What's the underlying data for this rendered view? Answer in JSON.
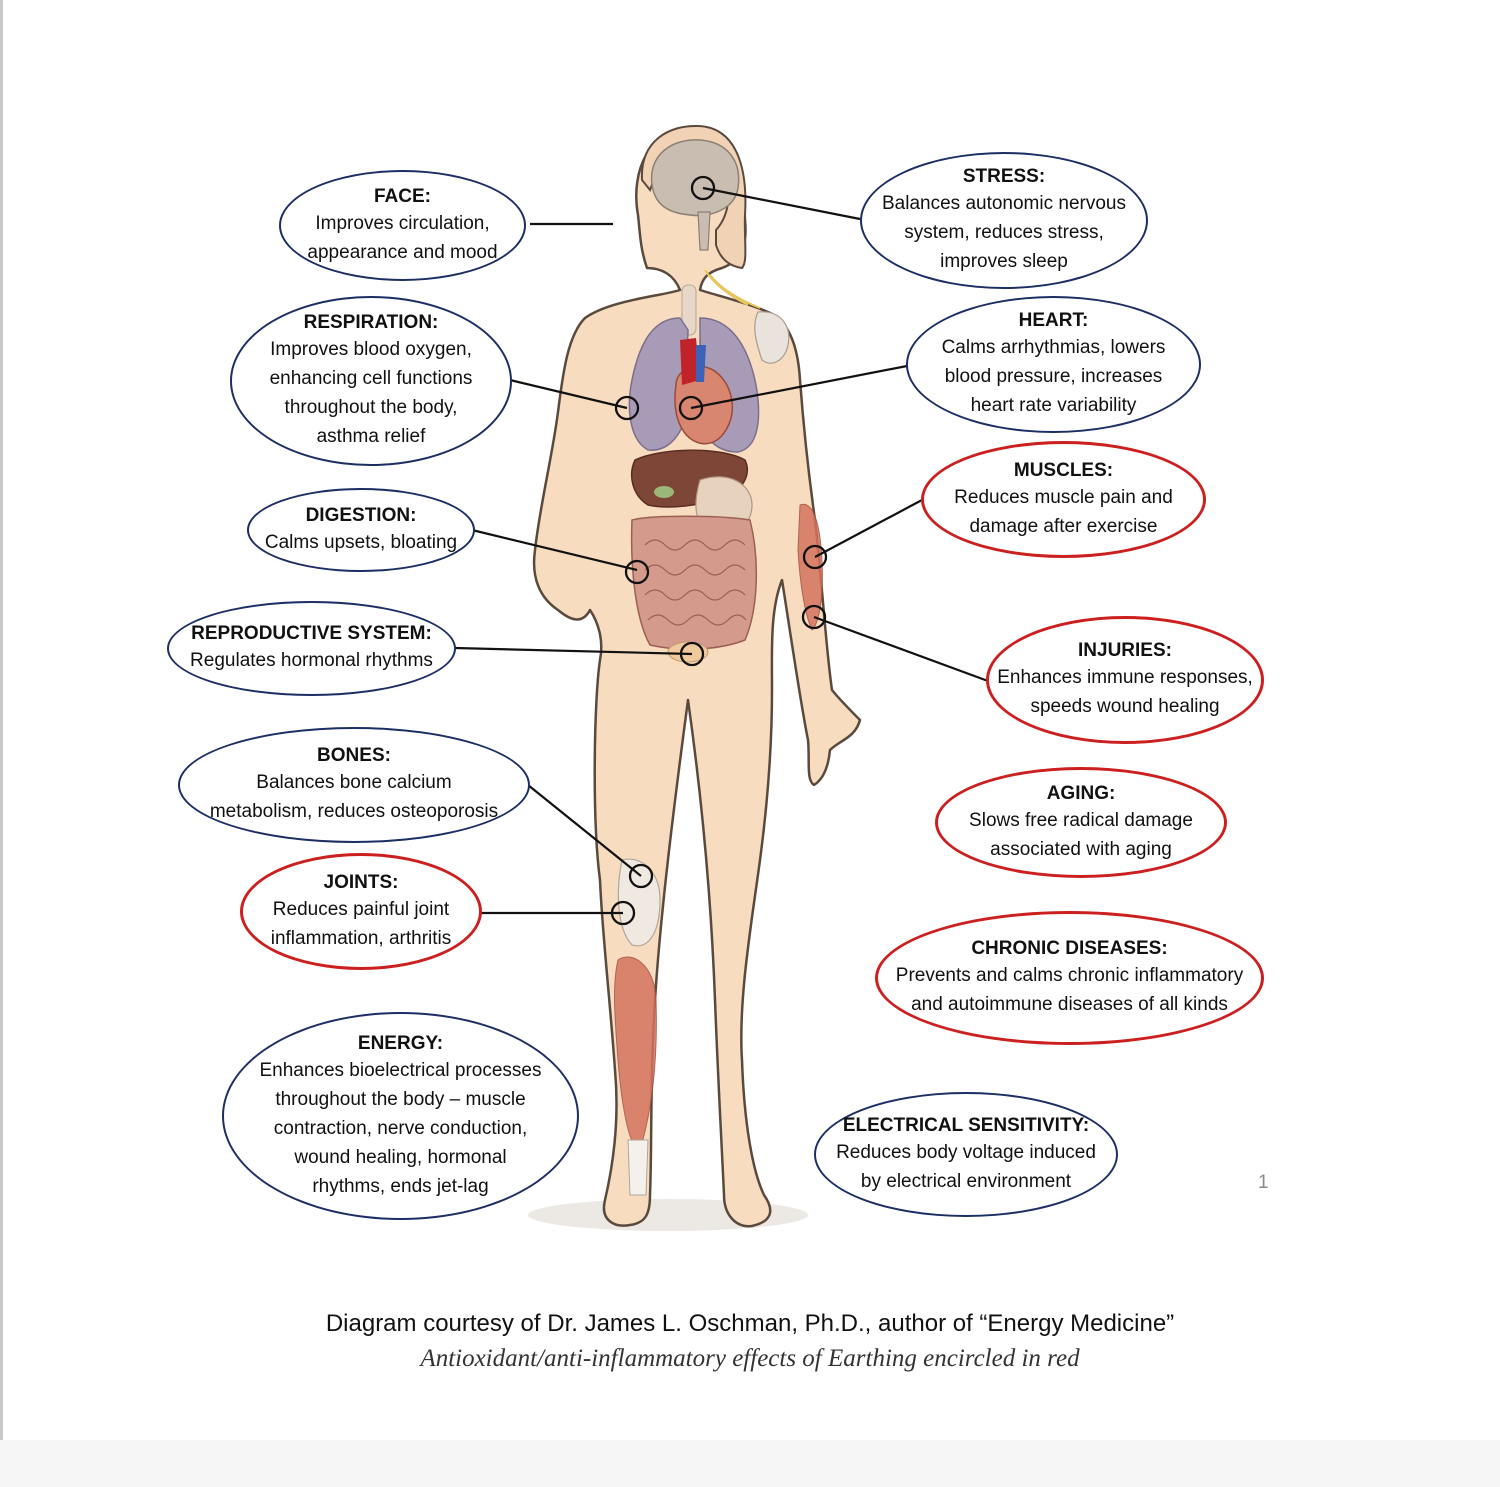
{
  "labels": {
    "face": {
      "title": "FACE:",
      "text": "Improves circulation,\nappearance and mood",
      "outline": "#1c2e63"
    },
    "stress": {
      "title": "STRESS:",
      "text": "Balances autonomic nervous\nsystem, reduces stress,\nimproves sleep",
      "outline": "#1c2e63"
    },
    "respiration": {
      "title": "RESPIRATION:",
      "text": "Improves blood oxygen,\nenhancing cell functions\nthroughout the body,\nasthma relief",
      "outline": "#1c2e63"
    },
    "heart": {
      "title": "HEART:",
      "text": "Calms arrhythmias, lowers\nblood pressure, increases\nheart rate variability",
      "outline": "#1c2e63"
    },
    "muscles": {
      "title": "MUSCLES:",
      "text": "Reduces muscle pain and\ndamage after exercise",
      "outline": "#cc1f1f"
    },
    "digestion": {
      "title": "DIGESTION:",
      "text": "Calms upsets, bloating",
      "outline": "#1c2e63"
    },
    "reproductive": {
      "title": "REPRODUCTIVE SYSTEM:",
      "text": "Regulates hormonal rhythms",
      "outline": "#1c2e63"
    },
    "injuries": {
      "title": "INJURIES:",
      "text": "Enhances immune responses,\nspeeds wound healing",
      "outline": "#cc1f1f"
    },
    "bones": {
      "title": "BONES:",
      "text": "Balances bone calcium\nmetabolism, reduces osteoporosis",
      "outline": "#1c2e63"
    },
    "aging": {
      "title": "AGING:",
      "text": "Slows free radical damage\nassociated with aging",
      "outline": "#cc1f1f"
    },
    "joints": {
      "title": "JOINTS:",
      "text": "Reduces painful joint\ninflammation, arthritis",
      "outline": "#cc1f1f"
    },
    "chronic": {
      "title": "CHRONIC DISEASES:",
      "text": "Prevents and calms chronic inflammatory\nand autoimmune diseases of all kinds",
      "outline": "#cc1f1f"
    },
    "energy": {
      "title": "ENERGY:",
      "text": "Enhances bioelectrical processes\nthroughout the body – muscle\ncontraction, nerve conduction,\nwound healing, hormonal\nrhythms, ends jet-lag",
      "outline": "#1c2e63"
    },
    "electrical": {
      "title": "ELECTRICAL SENSITIVITY:",
      "text": "Reduces body voltage induced\nby electrical environment",
      "outline": "#1c2e63"
    }
  },
  "caption": {
    "credit": "Diagram courtesy of Dr. James L. Oschman, Ph.D., author of “Energy Medicine”",
    "note": "Antioxidant/anti-inflammatory effects of Earthing encircled in red"
  },
  "page_number": "1",
  "colors": {
    "skin": "#f7dcc0",
    "body_outline": "#5a4a3e",
    "lungs": "#a89bb8",
    "liver": "#7e4636",
    "intestines": "#d49a8c",
    "muscle": "#d4735e",
    "brain": "#c9bdb1",
    "blue_outline": "#1c2e63",
    "red_outline": "#cc1f1f"
  }
}
